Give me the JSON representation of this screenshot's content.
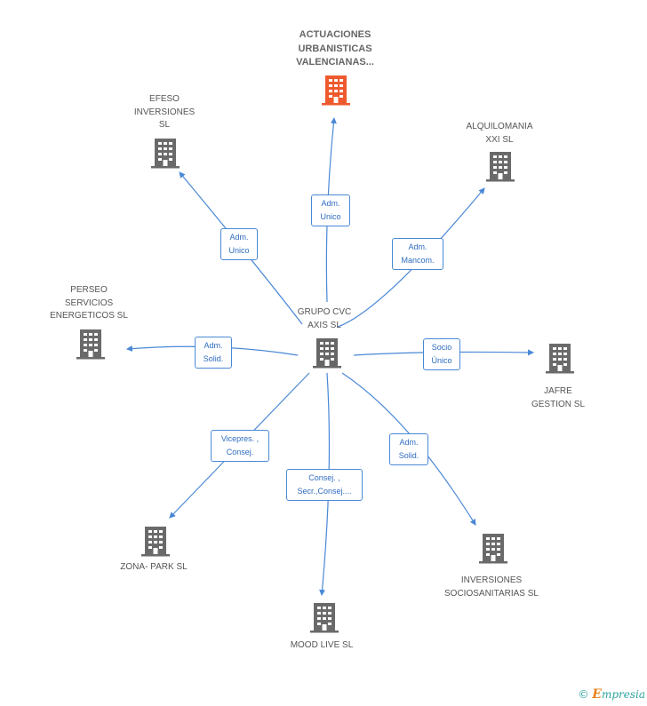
{
  "colors": {
    "center": "#666666",
    "company": "#6a6a6a",
    "highlight": "#ee5a2d",
    "edge": "#4a88d6",
    "brand": "#2aa39d",
    "brand_accent": "#e8841c"
  },
  "center": {
    "label": "GRUPO CVC\nAXIS SL",
    "icon": "building-icon"
  },
  "nodes": [
    {
      "id": "actuaciones",
      "label": "ACTUACIONES\nURBANISTICAS\nVALENCIANAS...",
      "icon": "building-icon",
      "highlight": true
    },
    {
      "id": "efeso",
      "label": "EFESO\nINVERSIONES\nSL",
      "icon": "building-icon"
    },
    {
      "id": "alquilomania",
      "label": "ALQUILOMANIA\nXXI SL",
      "icon": "building-icon"
    },
    {
      "id": "perseo",
      "label": "PERSEO\nSERVICIOS\nENERGETICOS SL",
      "icon": "building-icon"
    },
    {
      "id": "jafre",
      "label": "JAFRE\nGESTION SL",
      "icon": "building-icon"
    },
    {
      "id": "zonapark",
      "label": "ZONA- PARK SL",
      "icon": "building-icon"
    },
    {
      "id": "moodlive",
      "label": "MOOD LIVE  SL",
      "icon": "building-icon"
    },
    {
      "id": "inversiones",
      "label": "INVERSIONES\nSOCIOSANITARIAS SL",
      "icon": "building-icon"
    }
  ],
  "edges": [
    {
      "to": "actuaciones",
      "label": "Adm.\nUnico"
    },
    {
      "to": "efeso",
      "label": "Adm.\nUnico"
    },
    {
      "to": "alquilomania",
      "label": "Adm.\nMancom."
    },
    {
      "to": "perseo",
      "label": "Adm.\nSolid."
    },
    {
      "to": "jafre",
      "label": "Socio\nÚnico"
    },
    {
      "to": "zonapark",
      "label": "Vicepres. ,\nConsej."
    },
    {
      "to": "moodlive",
      "label": "Consej. ,\nSecr.,Consej...."
    },
    {
      "to": "inversiones",
      "label": "Adm.\nSolid."
    }
  ],
  "footer": {
    "copyright": "©",
    "brand_first": "E",
    "brand_rest": "mpresia"
  }
}
